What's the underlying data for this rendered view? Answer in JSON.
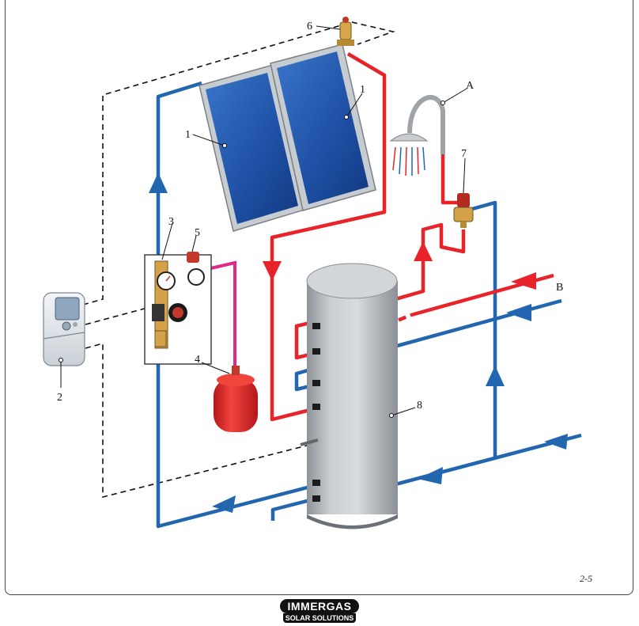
{
  "labels": {
    "collector": "1",
    "controller": "2",
    "pump_group": "3",
    "expansion_vessel": "4",
    "safety_valve": "5",
    "air_vent": "6",
    "mixing_valve": "7",
    "tank": "8",
    "shower": "A",
    "inlet": "B"
  },
  "figure_number": "2-5",
  "logo": {
    "brand": "IMMERGAS",
    "tagline": "SOLAR SOLUTIONS"
  },
  "colors": {
    "hot": "#e8232a",
    "cold": "#2266b0",
    "expansion_line": "#e0288a",
    "panel": "#1d4fa3",
    "tank": "#b9bec2",
    "vessel": "#e52421",
    "dashed": "#111111"
  }
}
